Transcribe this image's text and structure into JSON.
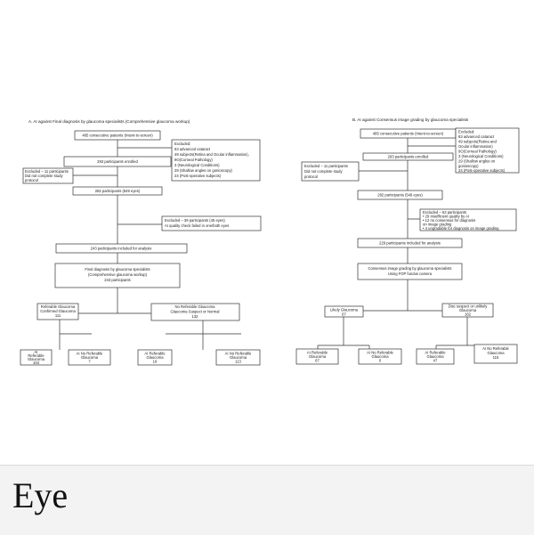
{
  "journal": {
    "name": "Eye"
  },
  "panel_a": {
    "title": "A. AI against Final diagnosis by glaucoma specialists (Comprehensive glaucoma workup)",
    "start": "485 consecutive patients (Intent-to-screen)",
    "excluded_main": [
      "Excluded:",
      "63 advanced cataract",
      "49 subjects(Retina and Ocular inflammation),",
      "9O(Corneal Pathology)",
      "3 (Neurological Conditions)",
      "29 (Shallow angles on gonioscopy)",
      "24 (Post-operative subjects)"
    ],
    "enrolled": "293 participants enrolled",
    "excluded_protocol": [
      "Excluded – 11 participants",
      "Did not complete study",
      "protocol"
    ],
    "participants_eyes": "282 participants (549 eyes)",
    "excluded_ai": [
      "Excluded – 39 participants (45 eyes)",
      "AI quality check failed in one/both eyes"
    ],
    "analysis": "243 participants included for analysis",
    "final_dx": [
      "Final diagnosis by glaucoma specialists",
      "(Comprehensive glaucoma workup)",
      "243 participants"
    ],
    "referable": [
      "Referable Glaucoma",
      "Confirmed Glaucoma",
      "111"
    ],
    "non_referable": [
      "No Referable Glaucoma",
      "Glaucoma Suspect or Normal",
      "132"
    ],
    "leaves": [
      [
        "AI",
        "Referable",
        "Glaucoma",
        "104"
      ],
      [
        "AI No Referable",
        "Glaucoma",
        "7"
      ],
      [
        "AI Referable",
        "Glaucoma",
        "19"
      ],
      [
        "AI No Referable",
        "Glaucoma",
        "113"
      ]
    ]
  },
  "panel_b": {
    "title": "B. AI against Consensus image grading by glaucoma specialists",
    "start": "485 consecutive patients (Intent-to-screen)",
    "excluded_main": [
      "Excluded:",
      "63 advanced cataract",
      "49 subjects(Retina and",
      "Ocular inflammation)",
      "9O(Corneal Pathology)",
      "3 (Neurological Conditions)",
      "29 (Shallow angles on",
      "gonioscopy)",
      "24 (Post-operative subjects)"
    ],
    "enrolled": "293 participants enrolled",
    "excluded_protocol": [
      "Excluded – 11 participants",
      "Did not complete study",
      "protocol"
    ],
    "participants_eyes": "282 participants (549 eyes)",
    "excluded_grading": [
      "Excluded – 53 participants",
      "•  29 Insufficient quality by AI",
      "•  12 no consensus for diagnosis",
      "   on image grading",
      "•  4 ungradable for diagnosis on image grading"
    ],
    "analysis": "229 participants included for analysis",
    "consensus": [
      "Consensus image grading by glaucoma specialists",
      "Using FOP fundus camera"
    ],
    "likely": [
      "Likely Glaucoma",
      "67"
    ],
    "unlikely": [
      "Disc suspect or unlikely",
      "Glaucoma",
      "162"
    ],
    "leaves": [
      [
        "AI Referable",
        "Glaucoma",
        "67"
      ],
      [
        "AI No Referable",
        "Glaucoma",
        "0"
      ],
      [
        "AI Referable",
        "Glaucoma",
        "47"
      ],
      [
        "AI No Referable",
        "Glaucoma",
        "115"
      ]
    ]
  }
}
